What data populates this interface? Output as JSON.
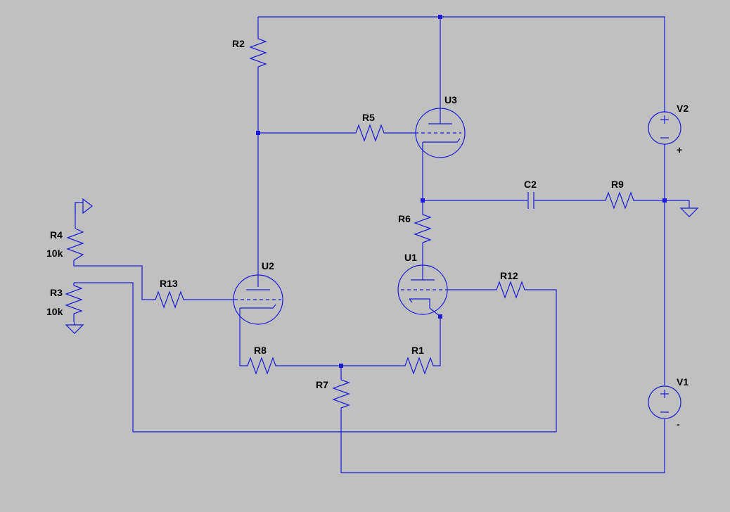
{
  "labels": {
    "R1": "R1",
    "R2": "R2",
    "R3": "R3",
    "R3_value": "10k",
    "R4": "R4",
    "R4_value": "10k",
    "R5": "R5",
    "R6": "R6",
    "R7": "R7",
    "R8": "R8",
    "R9": "R9",
    "R12": "R12",
    "R13": "R13",
    "C2": "C2",
    "U1": "U1",
    "U2": "U2",
    "U3": "U3",
    "V1": "V1",
    "V2": "V2"
  },
  "polarity": {
    "plus": "+",
    "minus": "-"
  },
  "colors": {
    "background": "#c0c0c0",
    "wire": "#1a1ad8",
    "text": "#000000"
  }
}
